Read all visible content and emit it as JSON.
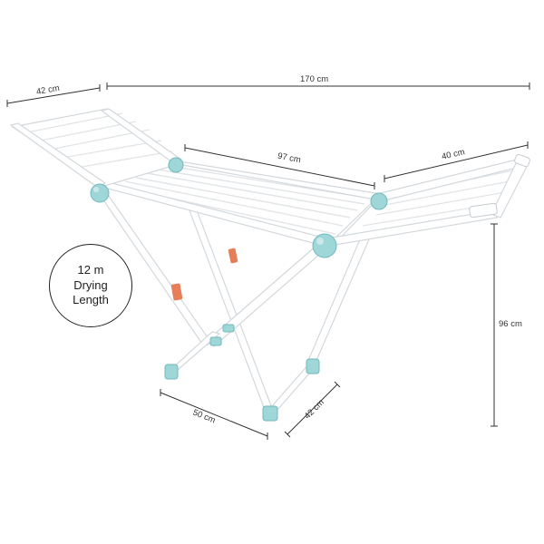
{
  "colors": {
    "frame": "#ffffff",
    "frame_stroke": "#d3d8dc",
    "joint": "#9fd6d8",
    "joint_dark": "#6fb9bd",
    "clip": "#e67e5a",
    "dimension_line": "#333333"
  },
  "dimensions": {
    "wing_left_depth": "42 cm",
    "total_length": "170 cm",
    "center_length": "97 cm",
    "wing_right_depth": "40 cm",
    "height": "96 cm",
    "base_width": "50 cm",
    "base_depth": "42 cm"
  },
  "badge": {
    "line1": "12 m",
    "line2": "Drying",
    "line3": "Length"
  }
}
